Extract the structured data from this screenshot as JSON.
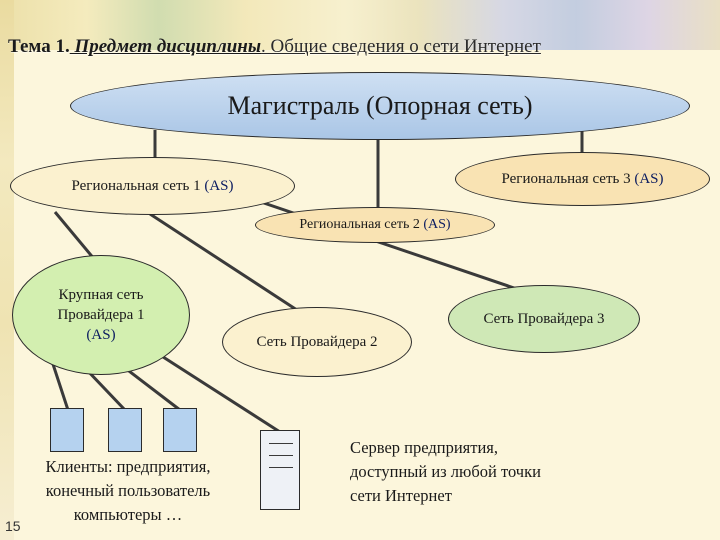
{
  "slide": {
    "title_head": "Тема 1.",
    "title_subject": " Предмет дисциплины",
    "title_rest": ". Общие сведения о сети Интернет",
    "page_number": "15"
  },
  "nodes": {
    "backbone": "Магистраль (Опорная сеть)",
    "regional_1": "Региональная сеть 1",
    "regional_2": "Региональная сеть 2",
    "regional_3": "Региональная сеть 3",
    "as_label": "(AS)",
    "big_provider_line1": "Крупная сеть",
    "big_provider_line2": "Провайдера 1",
    "provider_2": "Сеть Провайдера 2",
    "provider_3": "Сеть Провайдера 3"
  },
  "captions": {
    "clients": "Клиенты: предприятия, конечный пользователь компьютеры …",
    "server": "Сервер предприятия, доступный из любой точки сети Интернет"
  },
  "colors": {
    "background": "#fcf6dc",
    "backbone_fill": "#aac6e6",
    "regional_fill": "#f9e3b3",
    "provider_fill": "#cfe8b6",
    "client_fill": "#b5d2ef",
    "line": "#3a3a3a"
  }
}
